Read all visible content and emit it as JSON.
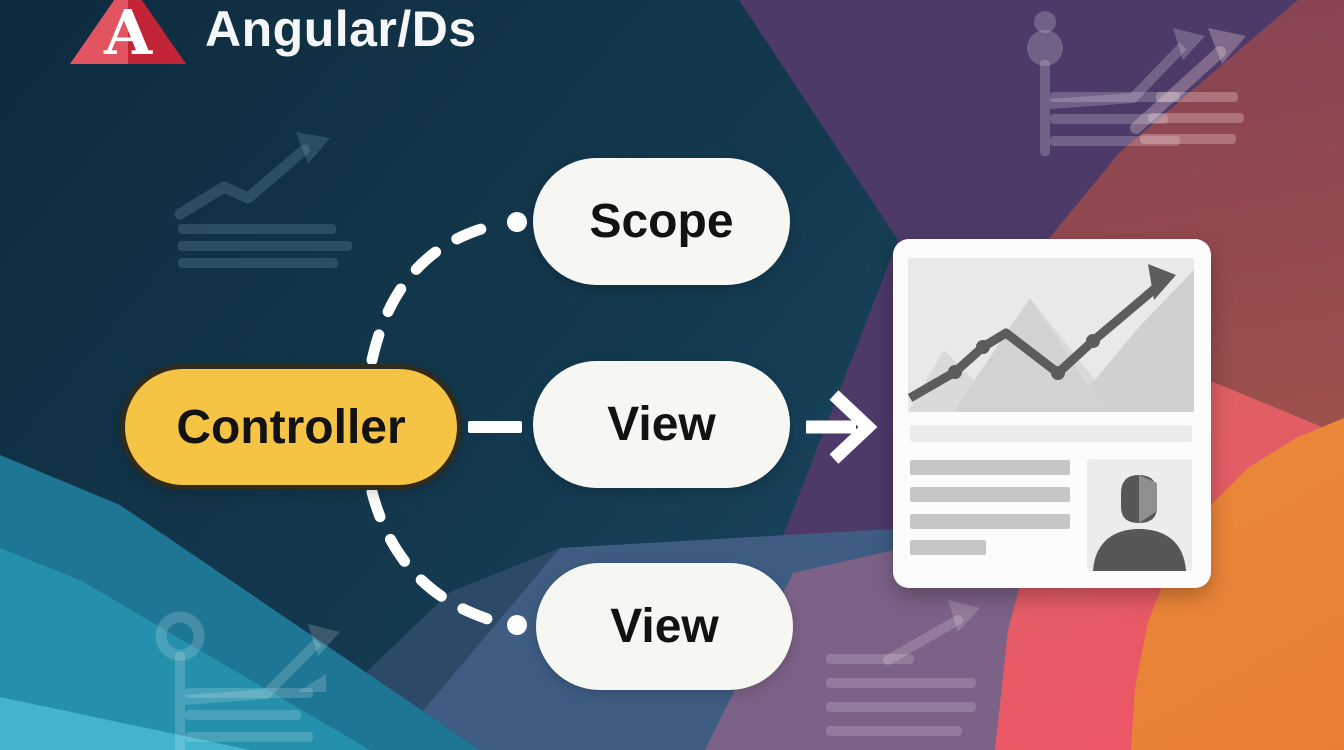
{
  "brand": {
    "logo_letter": "A",
    "name": "Angular/Ds"
  },
  "nodes": {
    "controller": "Controller",
    "scope": "Scope",
    "view_top": "View",
    "view_bottom": "View"
  },
  "connectors": {
    "controller_to_scope": "dashed-arc",
    "controller_to_view": "solid-dash",
    "controller_to_view_bottom": "dashed-arc",
    "view_to_output": "arrow-right"
  },
  "decorations": [
    "trend-chart-watermark-top-left",
    "person-pole-chart-watermark-top-right",
    "arrow-bars-watermark-top-corner",
    "ring-pole-chart-watermark-bottom-left",
    "bars-arrow-watermark-bottom-right"
  ],
  "output_card": {
    "chart_thumbnail": "line-chart-with-arrow",
    "text_lines": 4,
    "avatar": "person-silhouette"
  },
  "colors": {
    "controller-yellow": "#f6c445",
    "pill-white": "#f6f6f3",
    "card-white": "#fcfcfc",
    "logo-red-light": "#e25560",
    "logo-red-dark": "#c32536",
    "navy": "#143a50",
    "purple": "#4e3a69",
    "maroon": "#94494f",
    "orange": "#ec8d3c",
    "coral": "#d5685f",
    "pink": "#ef5468",
    "teal": "#2490ab",
    "cyan": "#42b4ce",
    "slate": "#3f5d83",
    "mauve": "#7d6287"
  }
}
